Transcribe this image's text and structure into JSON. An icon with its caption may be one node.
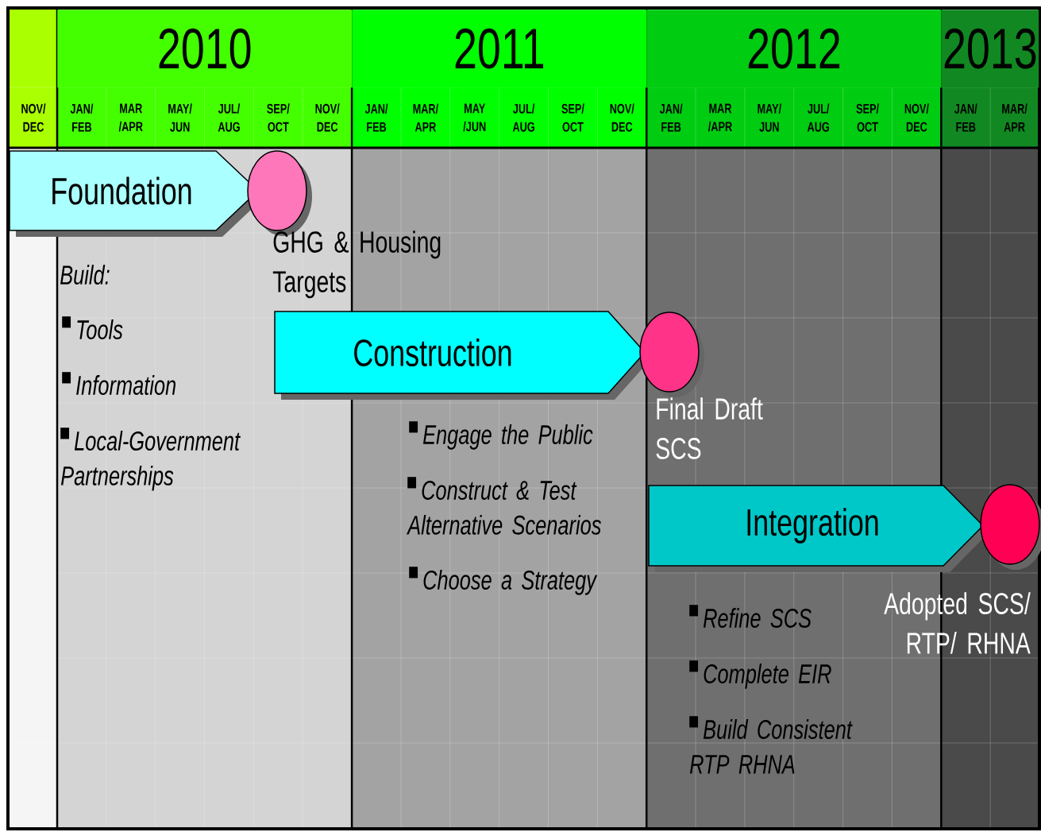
{
  "diagram": {
    "nodes": [
      {
        "text": [
          "2010"
        ]
      },
      {
        "text": [
          "2011"
        ]
      },
      {
        "text": [
          "2012"
        ]
      },
      {
        "text": [
          "2013"
        ]
      },
      {
        "text": [
          "Foundation"
        ]
      },
      {
        "text": [],
        "shape": "circle",
        "beside": [
          "GHG & Housing Targets"
        ]
      },
      {
        "text": [
          "Construction"
        ]
      },
      {
        "text": [],
        "shape": "circle",
        "beside": [
          "Final Draft SCS"
        ]
      },
      {
        "text": [
          "Integration"
        ]
      },
      {
        "text": [],
        "shape": "circle",
        "beside": [
          "Adopted SCS/ RTP/ RHNA"
        ]
      }
    ],
    "labels": [
      "NOV/ DEC",
      "JAN/ FEB",
      "MAR /APR",
      "MAY/ JUN",
      "JUL/ AUG",
      "SEP/ OCT",
      "NOV/ DEC",
      "JAN/ FEB",
      "MAR/ APR",
      "MAY /JUN",
      "JUL/ AUG",
      "SEP/ OCT",
      "NOV/ DEC",
      "JAN/ FEB",
      "MAR /APR",
      "MAY/ JUN",
      "JUL/ AUG",
      "SEP/ OCT",
      "NOV/ DEC",
      "JAN/ FEB",
      "MAR/ APR",
      "Build:",
      "Tools",
      "Information",
      "Local-Government Partnerships",
      "Engage the Public",
      "Construct & Test Alternative Scenarios",
      "Choose a Strategy",
      "Refine SCS",
      "Complete EIR",
      "Build Consistent RTP RHNA"
    ]
  }
}
